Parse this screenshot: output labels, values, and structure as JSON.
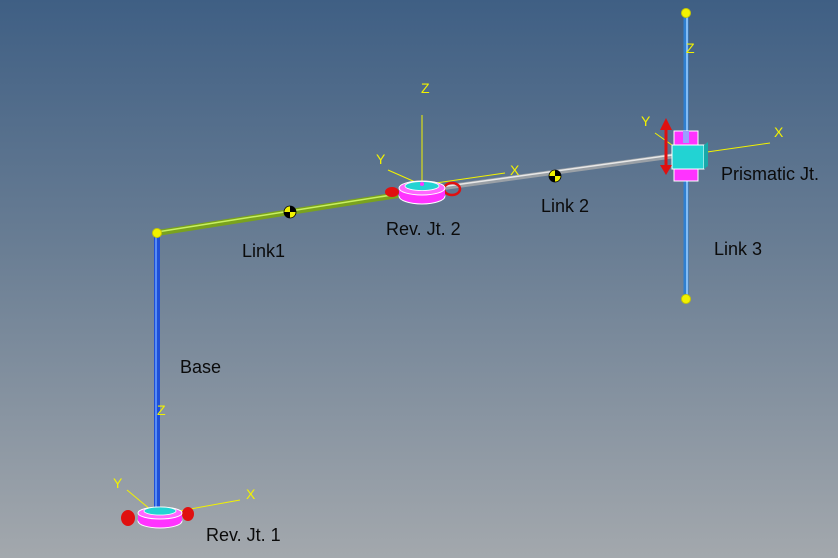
{
  "labels": {
    "base": "Base",
    "link1": "Link1",
    "link2": "Link 2",
    "link3": "Link 3",
    "rev_jt_1": "Rev. Jt. 1",
    "rev_jt_2": "Rev. Jt. 2",
    "prismatic_jt": "Prismatic Jt."
  },
  "axes": {
    "x": "X",
    "y": "Y",
    "z": "Z"
  },
  "colors": {
    "background_top": "#3f5f84",
    "background_bottom": "#a3a8ad",
    "base_link": "#1f4fd6",
    "link1": "#9acd32",
    "link2": "#c8c8c8",
    "link3": "#3a8fe0",
    "joint_magenta": "#ff33ff",
    "joint_cyan": "#22d3d3",
    "joint_red": "#e01010",
    "axis_yellow": "#f2f200"
  }
}
